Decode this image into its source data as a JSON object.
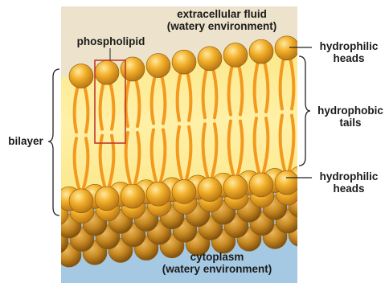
{
  "diagram": {
    "title_top": {
      "line1": "extracellular fluid",
      "line2": "(watery environment)"
    },
    "title_bottom": {
      "line1": "cytoplasm",
      "line2": "(watery environment)"
    },
    "labels": {
      "phospholipid": "phospholipid",
      "bilayer": "bilayer",
      "hydrophilic_heads_top": {
        "line1": "hydrophilic",
        "line2": "heads"
      },
      "hydrophobic_tails": {
        "line1": "hydrophobic",
        "line2": "tails"
      },
      "hydrophilic_heads_bottom": {
        "line1": "hydrophilic",
        "line2": "heads"
      }
    },
    "colors": {
      "extracellular": "#ede3cc",
      "cytoplasm": "#a6c9e3",
      "tail_region": "#fbe88a",
      "tail": "#f39a1e",
      "head": "#eea620",
      "head_dark": "#b27016",
      "highlight_box": "#c0392b"
    }
  }
}
